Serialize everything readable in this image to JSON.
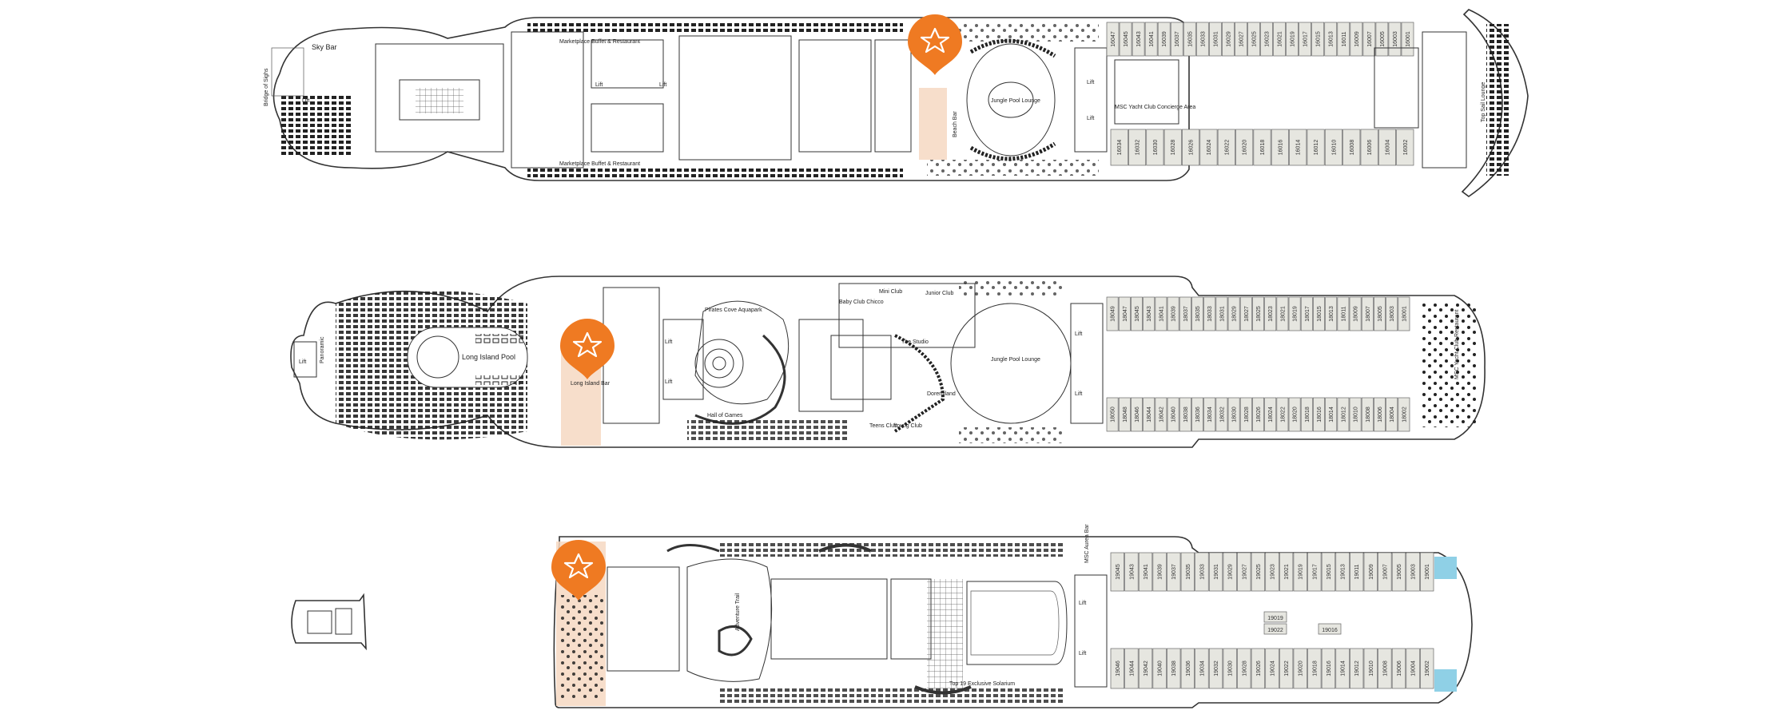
{
  "colors": {
    "accent": "#ef7a22",
    "highlight": "#f6d8c2",
    "cabin": "#e6e6e0",
    "suite": "#6e625a",
    "balcony": "#8fd0e6"
  },
  "icons": {
    "pin": "star-pin-icon"
  },
  "decks": [
    {
      "labels": {
        "sky_bar": "Sky Bar",
        "bridge": "Bridge of Sighs",
        "buffet_top": "Marketplace Buffet & Restaurant",
        "buffet_bottom": "Marketplace Buffet & Restaurant",
        "lift_1": "Lift",
        "lift_2": "Lift",
        "lift_3": "Lift",
        "lift_4": "Lift",
        "lift_5": "Lift",
        "beach_bar": "Beach Bar",
        "jungle_pool": "Jungle Pool Lounge",
        "yacht_club": "MSC Yacht Club Concierge Area",
        "top_sail": "Top Sail Lounge"
      },
      "cabins_top": [
        "16047",
        "16045",
        "16043",
        "16041",
        "16039",
        "16037",
        "16035",
        "16033",
        "16031",
        "16029",
        "16027",
        "16025",
        "16023",
        "16021",
        "16019",
        "16017",
        "16015",
        "16013",
        "16011",
        "16009",
        "16007",
        "16005",
        "16003",
        "16001"
      ],
      "cabins_bottom": [
        "16034",
        "16032",
        "16030",
        "16028",
        "16026",
        "16024",
        "16022",
        "16020",
        "16018",
        "16016",
        "16014",
        "16012",
        "16010",
        "16008",
        "16006",
        "16004",
        "16002"
      ]
    },
    {
      "labels": {
        "panoramic": "Panoramic",
        "lift_1": "Lift",
        "long_island_pool": "Long Island Pool",
        "long_island_bar": "Long Island Bar",
        "lift_2": "Lift",
        "lift_3": "Lift",
        "pirates_cove": "Pirates Cove Aquapark",
        "hall_of_games": "Hall of Games",
        "baby_club": "Baby Club Chicco",
        "mini_club": "Mini Club",
        "junior_club": "Junior Club",
        "the_studio": "The Studio",
        "doremiland": "Doremiland",
        "teens_club": "Teens Club",
        "young_club": "Young Club",
        "jungle_pool": "Jungle Pool Lounge",
        "lift_4": "Lift",
        "lift_5": "Lift",
        "yacht_restaurant": "MSC Yacht Club Restaurant"
      },
      "cabins_top": [
        "18049",
        "18047",
        "18045",
        "18043",
        "18041",
        "18039",
        "18037",
        "18035",
        "18033",
        "18031",
        "18029",
        "18027",
        "18025",
        "18023",
        "18021",
        "18019",
        "18017",
        "18015",
        "18013",
        "18011",
        "18009",
        "18007",
        "18005",
        "18003",
        "18001"
      ],
      "cabins_bottom": [
        "18050",
        "18048",
        "18046",
        "18044",
        "18042",
        "18040",
        "18038",
        "18036",
        "18034",
        "18032",
        "18030",
        "18028",
        "18026",
        "18024",
        "18022",
        "18020",
        "18018",
        "18016",
        "18014",
        "18012",
        "18010",
        "18008",
        "18006",
        "18004",
        "18002"
      ]
    },
    {
      "labels": {
        "aurea_bar": "MSC Aurea Bar",
        "lift_1": "Lift",
        "lift_2": "Lift",
        "adventure_trail": "Adventure Trail",
        "solarium": "Top 19 Exclusive Solarium"
      },
      "cabins_top": [
        "19045",
        "19043",
        "19041",
        "19039",
        "19037",
        "19035",
        "19033",
        "19031",
        "19029",
        "19027",
        "19025",
        "19023",
        "19021",
        "19019",
        "19017",
        "19015",
        "19013",
        "19011",
        "19009",
        "19007",
        "19005",
        "19003",
        "19001"
      ],
      "cabins_bottom": [
        "19046",
        "19044",
        "19042",
        "19040",
        "19038",
        "19036",
        "19034",
        "19032",
        "19030",
        "19028",
        "19026",
        "19024",
        "19022",
        "19020",
        "19018",
        "19016",
        "19014",
        "19012",
        "19010",
        "19008",
        "19006",
        "19004",
        "19002"
      ],
      "cabins_mid": [
        "19019",
        "19022",
        "19016"
      ]
    }
  ]
}
